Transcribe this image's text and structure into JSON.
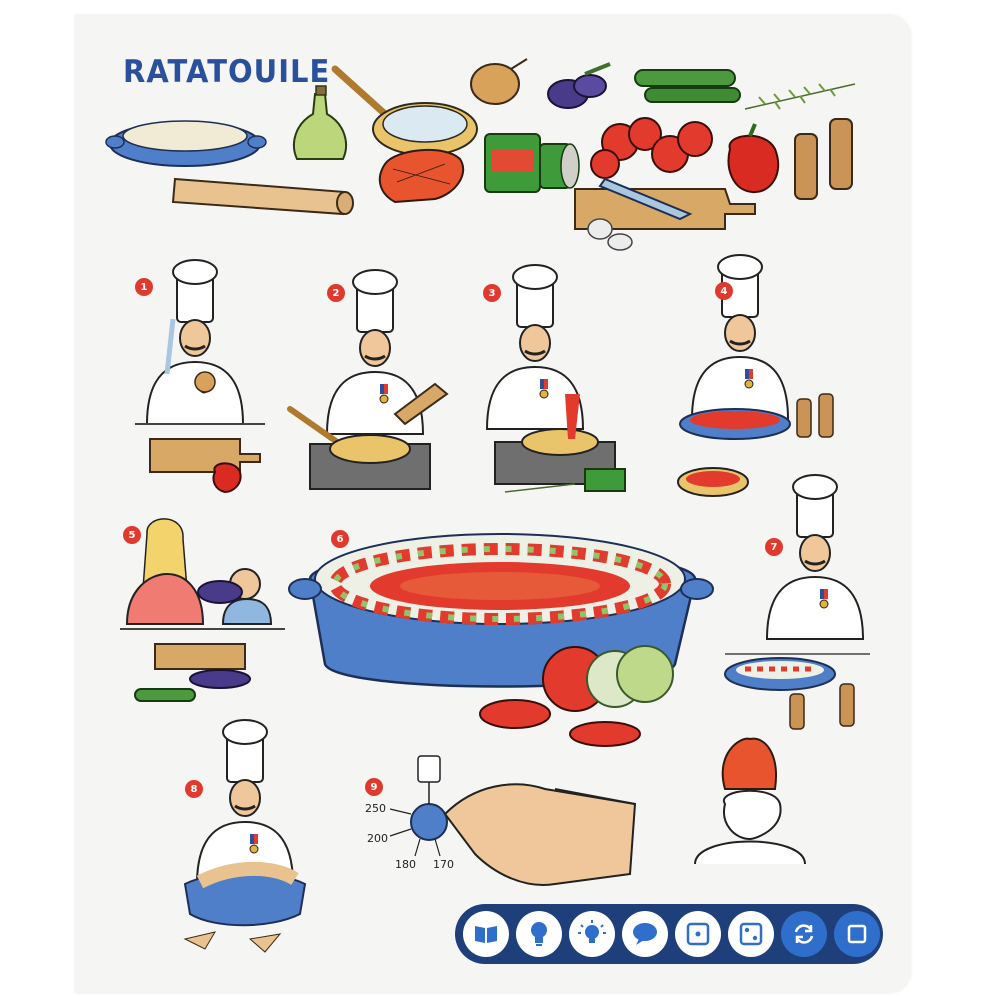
{
  "title": "RATATOUILE",
  "steps": [
    "1",
    "2",
    "3",
    "4",
    "5",
    "6",
    "7",
    "8",
    "9"
  ],
  "oven_dial": {
    "marks": [
      "250",
      "200",
      "180",
      "170"
    ]
  },
  "colors": {
    "title": "#2a4f9c",
    "step_badge": "#e03a2f",
    "toolbar": "#1f3f7a",
    "toolbar_active": "#2f6fcb",
    "dish_blue": "#4f7fc9",
    "tomato": "#e23b2e"
  },
  "toolbar": {
    "buttons": [
      {
        "icon": "open-book-icon"
      },
      {
        "icon": "lightbulb-icon"
      },
      {
        "icon": "lightbulb-glow-icon"
      },
      {
        "icon": "speech-bubble-icon"
      },
      {
        "icon": "die-one-icon"
      },
      {
        "icon": "die-two-icon"
      },
      {
        "icon": "refresh-icon"
      },
      {
        "icon": "stop-square-icon"
      }
    ]
  }
}
